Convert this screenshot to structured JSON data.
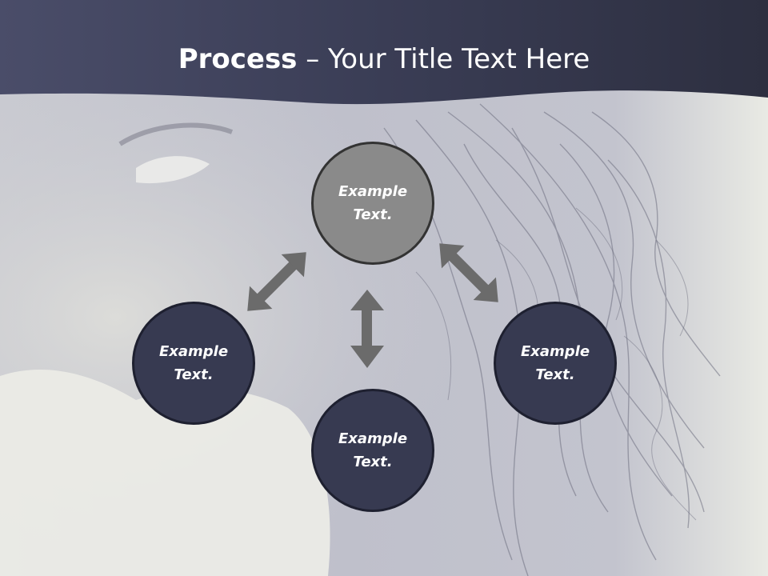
{
  "slide": {
    "title_bold": "Process",
    "title_rest": " – Your Title Text Here"
  },
  "process": {
    "nodes": [
      {
        "id": "top",
        "label": "Example\nText."
      },
      {
        "id": "left",
        "label": "Example\nText."
      },
      {
        "id": "bottom",
        "label": "Example\nText."
      },
      {
        "id": "right",
        "label": "Example\nText."
      }
    ]
  },
  "colors": {
    "title_band": "#353849",
    "node_dark": "#373a51",
    "node_highlight": "#8a8a8a",
    "arrow": "#6b6b6b"
  }
}
